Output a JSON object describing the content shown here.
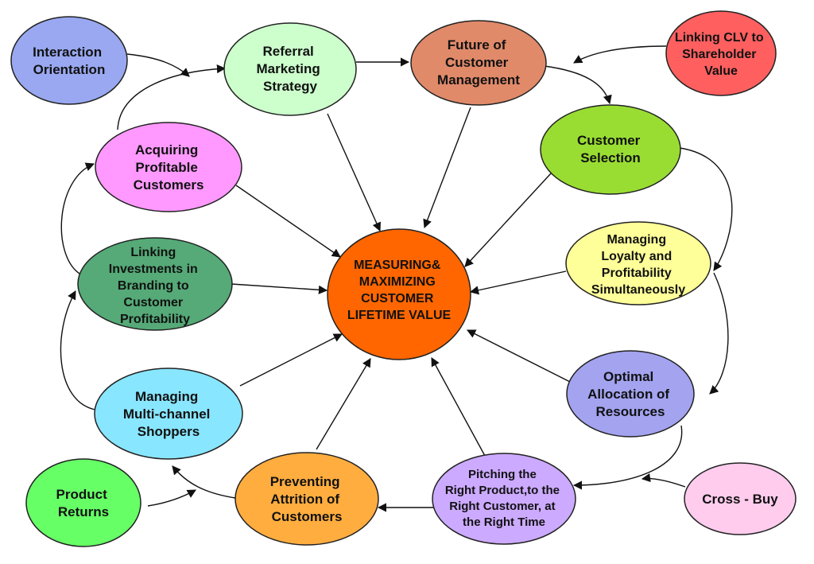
{
  "center": {
    "lines": [
      "MEASURING&",
      "MAXIMIZING",
      "CUSTOMER",
      "LIFETIME VALUE"
    ],
    "color": "#ff6600"
  },
  "nodes": [
    {
      "id": "interaction-orientation",
      "lines": [
        "Interaction",
        "Orientation"
      ],
      "color": "#99a8f0"
    },
    {
      "id": "referral-marketing-strategy",
      "lines": [
        "Referral",
        "Marketing",
        "Strategy"
      ],
      "color": "#ccffcc"
    },
    {
      "id": "future-of-customer-management",
      "lines": [
        "Future of",
        "Customer",
        "Management"
      ],
      "color": "#e08a6a"
    },
    {
      "id": "linking-clv-to-shareholder-value",
      "lines": [
        "Linking CLV to",
        "Shareholder",
        "Value"
      ],
      "color": "#ff5f5f"
    },
    {
      "id": "customer-selection",
      "lines": [
        "Customer",
        "Selection"
      ],
      "color": "#99dd33"
    },
    {
      "id": "acquiring-profitable-customers",
      "lines": [
        "Acquiring",
        "Profitable",
        "Customers"
      ],
      "color": "#ff99ff"
    },
    {
      "id": "managing-loyalty-and-profitability",
      "lines": [
        "Managing",
        "Loyalty and",
        "Profitability",
        "Simultaneously"
      ],
      "color": "#ffff99"
    },
    {
      "id": "linking-investments-in-branding",
      "lines": [
        "Linking",
        "Investments in",
        "Branding to",
        "Customer",
        "Profitability"
      ],
      "color": "#55aa77"
    },
    {
      "id": "optimal-allocation-of-resources",
      "lines": [
        "Optimal",
        "Allocation of",
        "Resources"
      ],
      "color": "#a3a3f0"
    },
    {
      "id": "managing-multi-channel-shoppers",
      "lines": [
        "Managing",
        "Multi-channel",
        "Shoppers"
      ],
      "color": "#88e6ff"
    },
    {
      "id": "pitching-the-right-product",
      "lines": [
        "Pitching the",
        "Right Product,to the",
        "Right Customer, at",
        "the Right Time"
      ],
      "color": "#ccaaff"
    },
    {
      "id": "preventing-attrition-of-customers",
      "lines": [
        "Preventing",
        "Attrition of",
        "Customers"
      ],
      "color": "#ffad3f"
    },
    {
      "id": "product-returns",
      "lines": [
        "Product",
        "Returns"
      ],
      "color": "#66ff66"
    },
    {
      "id": "cross-buy",
      "lines": [
        "Cross - Buy"
      ],
      "color": "#ffccee"
    }
  ]
}
